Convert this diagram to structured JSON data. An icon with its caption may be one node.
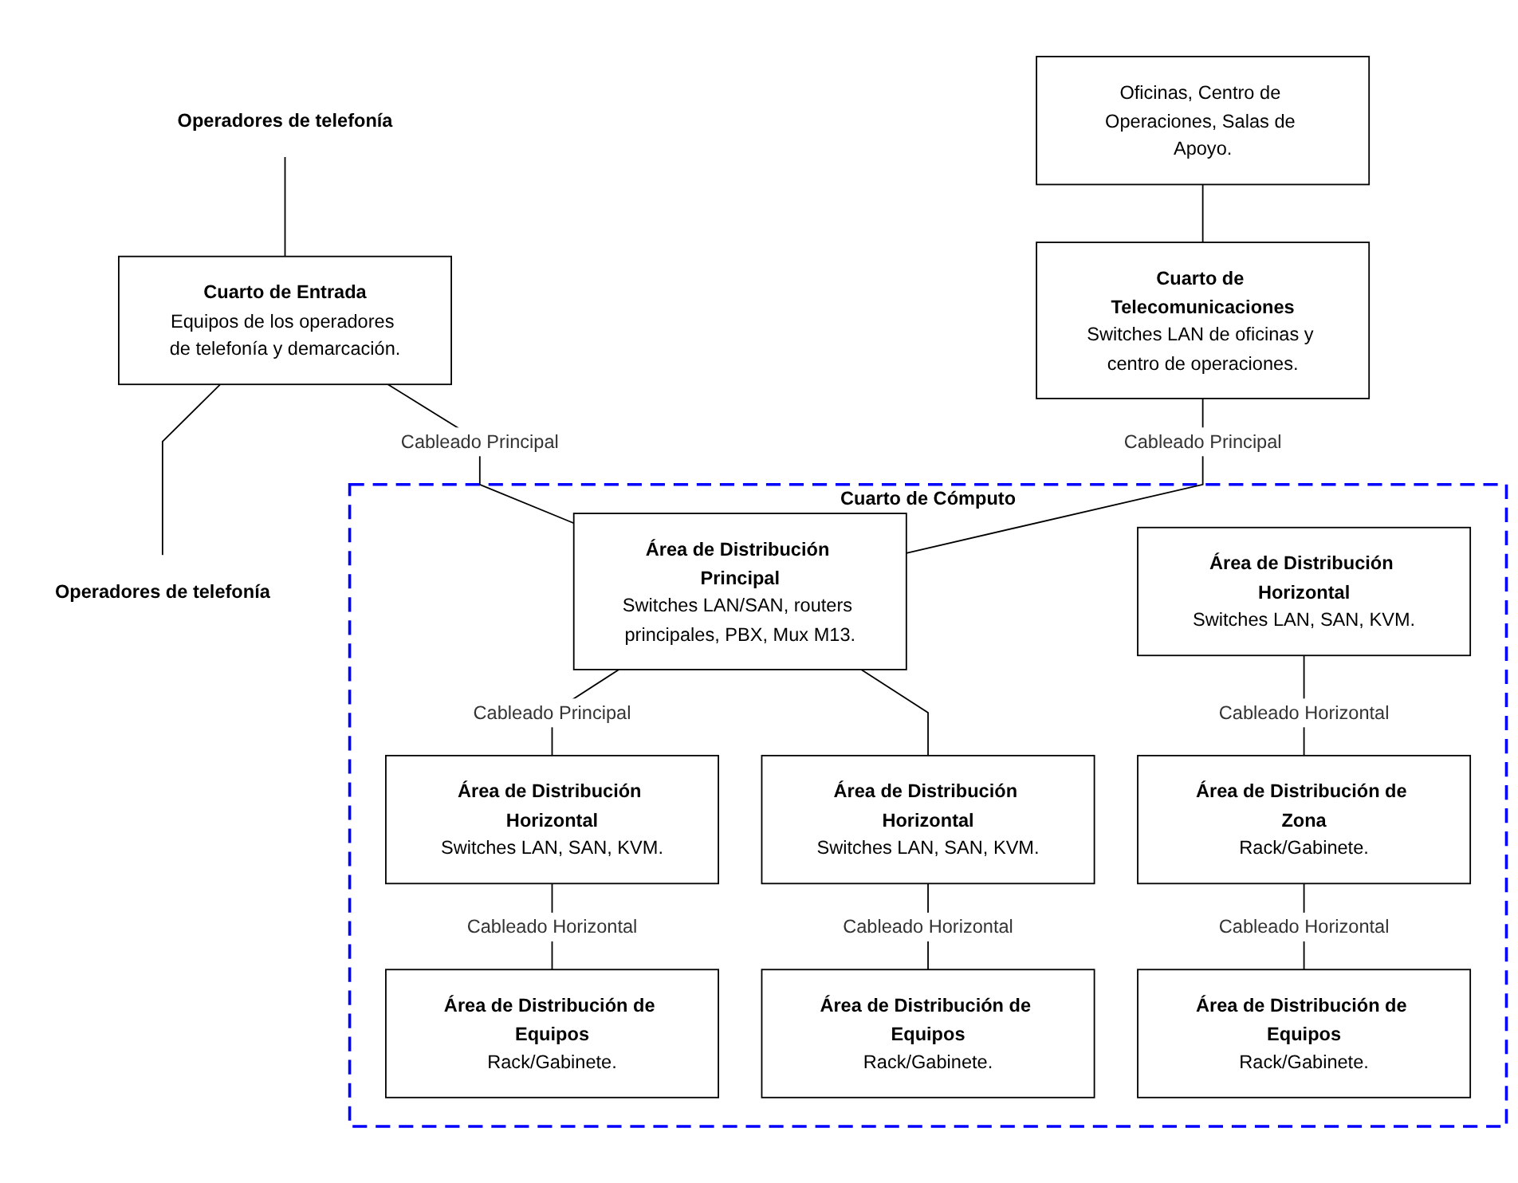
{
  "diagram": {
    "nodes": [
      {
        "text": [
          "Operadores de telefonía"
        ]
      },
      {
        "text": [
          "Cuarto de Entrada",
          "Equipos de los operadores de telefonía y demarcación."
        ]
      },
      {
        "text": [
          "Operadores de telefonía"
        ]
      },
      {
        "text": [
          "Oficinas, Centro de Operaciones, Salas de Apoyo."
        ]
      },
      {
        "text": [
          "Cuarto de Telecomunicaciones",
          "Switches LAN de oficinas y centro de operaciones."
        ]
      },
      {
        "text": [
          "Cuarto de Cómputo"
        ]
      },
      {
        "text": [
          "Área de Distribución Principal",
          "Switches LAN/SAN, routers principales, PBX, Mux M13."
        ],
        "in": 5
      },
      {
        "text": [
          "Área de Distribución Horizontal",
          "Switches LAN, SAN, KVM."
        ],
        "in": 5
      },
      {
        "text": [
          "Área de Distribución de Zona",
          "Rack/Gabinete."
        ],
        "in": 5
      },
      {
        "text": [
          "Área de Distribución Horizontal",
          "Switches LAN, SAN, KVM."
        ],
        "in": 5
      },
      {
        "text": [
          "Área de Distribución Horizontal",
          "Switches LAN, SAN, KVM."
        ],
        "in": 5
      },
      {
        "text": [
          "Área de Distribución de Equipos",
          "Rack/Gabinete."
        ],
        "in": 5
      },
      {
        "text": [
          "Área de Distribución de Equipos",
          "Rack/Gabinete."
        ],
        "in": 5
      },
      {
        "text": [
          "Área de Distribución de Equipos",
          "Rack/Gabinete."
        ],
        "in": 5
      }
    ],
    "edges": [
      {
        "from": 0,
        "to": 1,
        "arrow": "none"
      },
      {
        "from": 1,
        "to": 2,
        "arrow": "none"
      },
      {
        "from": 1,
        "to": 6,
        "arrow": "none",
        "label": "Cableado Principal"
      },
      {
        "from": 3,
        "to": 4,
        "arrow": "none"
      },
      {
        "from": 4,
        "to": 6,
        "arrow": "none",
        "label": "Cableado Principal"
      },
      {
        "from": 6,
        "to": 9,
        "arrow": "none",
        "label": "Cableado Principal"
      },
      {
        "from": 6,
        "to": 10,
        "arrow": "none"
      },
      {
        "from": 7,
        "to": 8,
        "arrow": "none",
        "label": "Cableado Horizontal"
      },
      {
        "from": 8,
        "to": 11,
        "arrow": "none",
        "label": "Cableado Horizontal"
      },
      {
        "from": 9,
        "to": 12,
        "arrow": "none",
        "label": "Cableado Horizontal"
      },
      {
        "from": 10,
        "to": 13,
        "arrow": "none",
        "label": "Cableado Horizontal"
      }
    ]
  }
}
